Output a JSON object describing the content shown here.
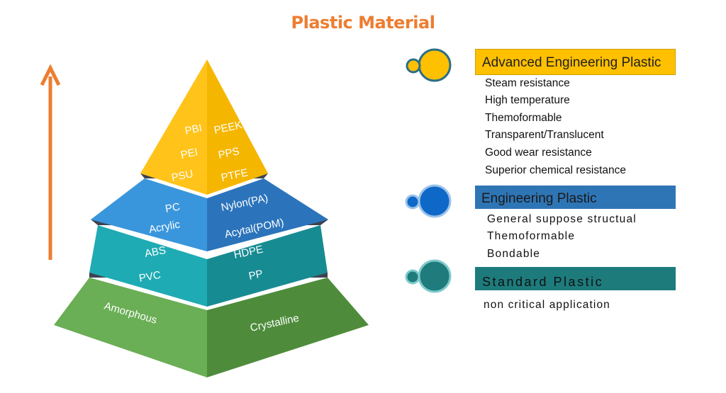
{
  "title": "Plastic Material",
  "pyramid": {
    "top": {
      "left": [
        "PBI",
        "PEI",
        "PSU"
      ],
      "right": [
        "PEEK",
        "PPS",
        "PTFE"
      ]
    },
    "tier2": {
      "left": [
        "PC",
        "Acrylic"
      ],
      "right": [
        "Nylon(PA)",
        "Acytal(POM)"
      ]
    },
    "tier3": {
      "left": [
        "ABS",
        "PVC"
      ],
      "right": [
        "HDPE",
        "PP"
      ]
    },
    "base": {
      "left": "Amorphous",
      "right": "Crystalline"
    }
  },
  "categories": {
    "advanced": {
      "title": "Advanced Engineering Plastic",
      "features": [
        "Steam resistance",
        "High temperature",
        "Themoformable",
        "Transparent/Translucent",
        "Good wear resistance",
        "Superior chemical resistance"
      ]
    },
    "engineering": {
      "title": "Engineering Plastic",
      "features": [
        "General suppose structual",
        "Themoformable",
        "Bondable"
      ]
    },
    "standard": {
      "title": "Standard Plastic",
      "features": [
        "non critical application"
      ]
    }
  },
  "colors": {
    "title": "#ED7D31",
    "arrow": "#ED7D31",
    "advanced": "#FFC000",
    "engineering": "#2E75B6",
    "standard": "#1D7B7C",
    "base": "#5A9E46",
    "tier3": "#1CA0A8",
    "tier2": "#3A8FD6",
    "separator": "#3E4350"
  }
}
